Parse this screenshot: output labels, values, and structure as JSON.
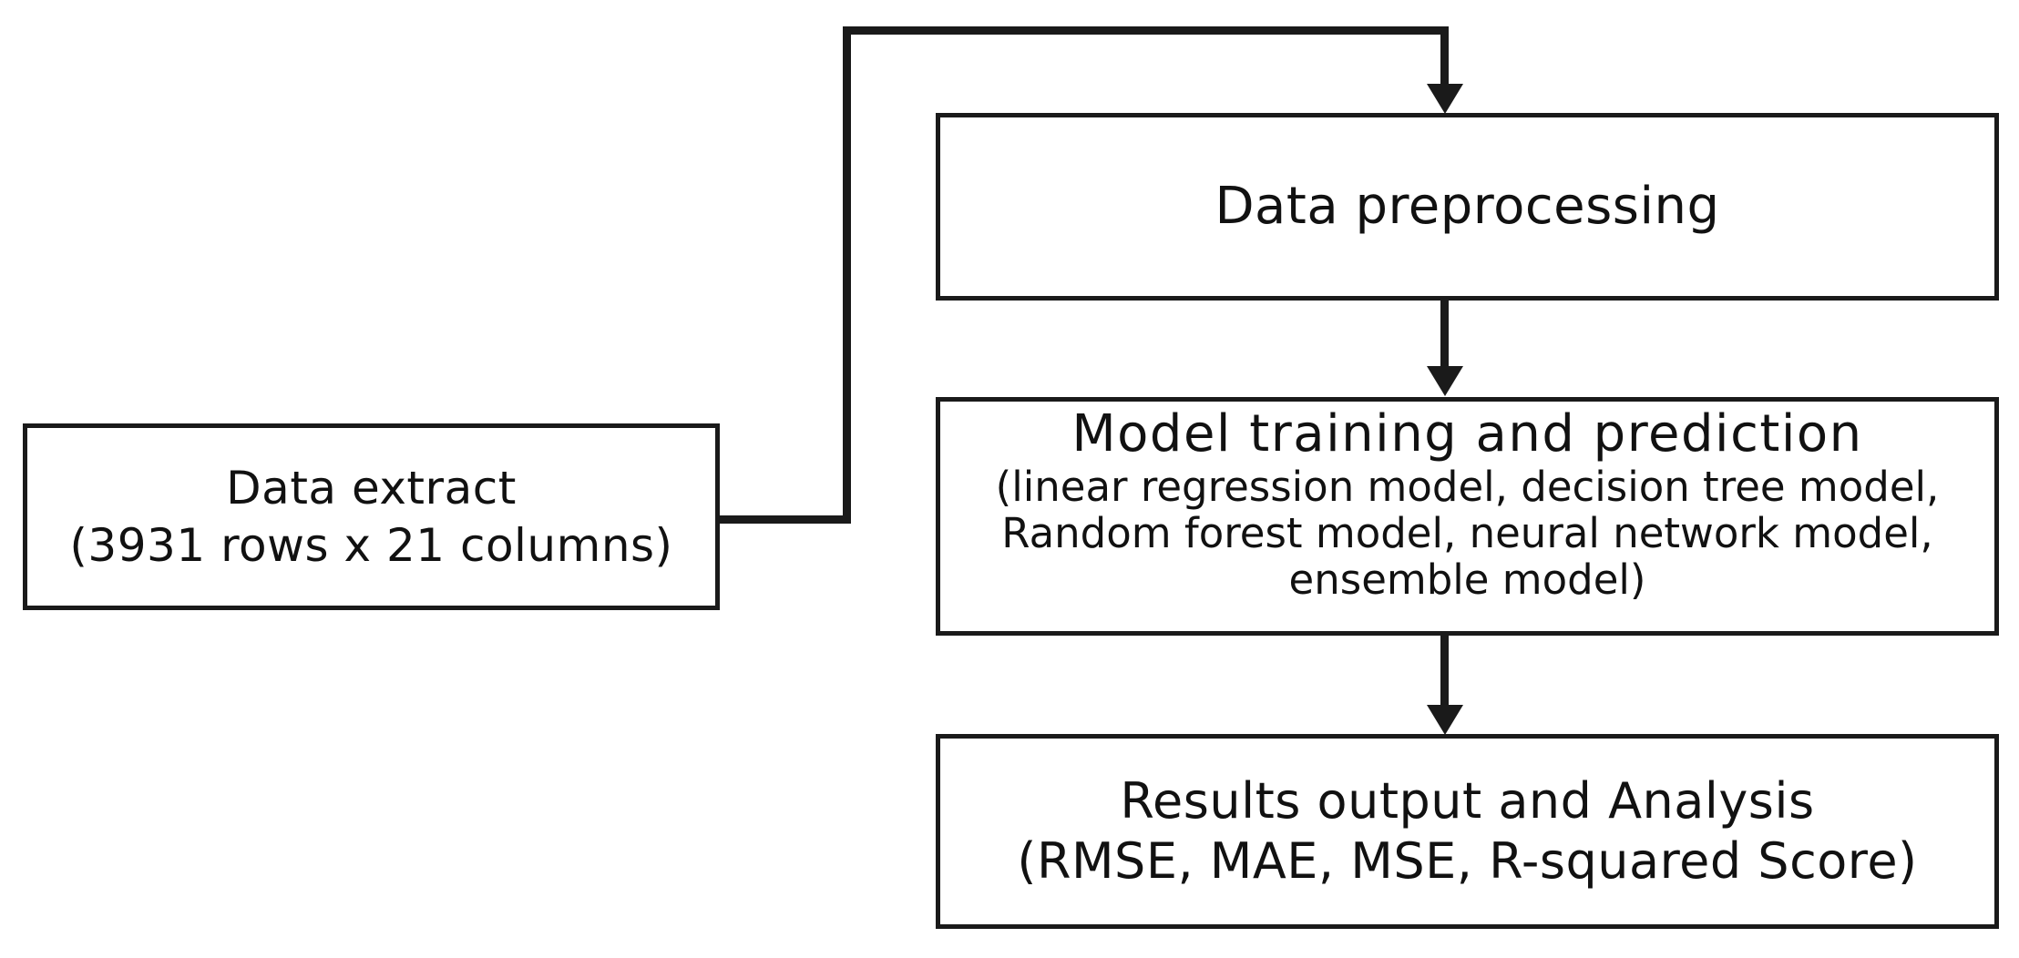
{
  "diagram": {
    "title": "Machine learning workflow flowchart",
    "background_color": "#ffffff",
    "stroke_color": "#1a1a1a",
    "nodes": {
      "data_extract": {
        "line_main": "Data extract",
        "line_sub": "(3931 rows x 21 columns)"
      },
      "preprocessing": {
        "line_main": "Data preprocessing"
      },
      "model_training": {
        "line_main": "Model training and prediction",
        "line_sub_1": "(linear regression model, decision tree model,",
        "line_sub_2": "Random forest model, neural network model,",
        "line_sub_3": "ensemble model)"
      },
      "results": {
        "line_main": "Results output and Analysis",
        "line_sub": "(RMSE, MAE, MSE, R-squared Score)"
      }
    },
    "edges": [
      {
        "from": "data_extract",
        "to": "preprocessing",
        "style": "orthogonal-up-over-down"
      },
      {
        "from": "preprocessing",
        "to": "model_training",
        "style": "straight-down"
      },
      {
        "from": "model_training",
        "to": "results",
        "style": "straight-down"
      }
    ]
  }
}
